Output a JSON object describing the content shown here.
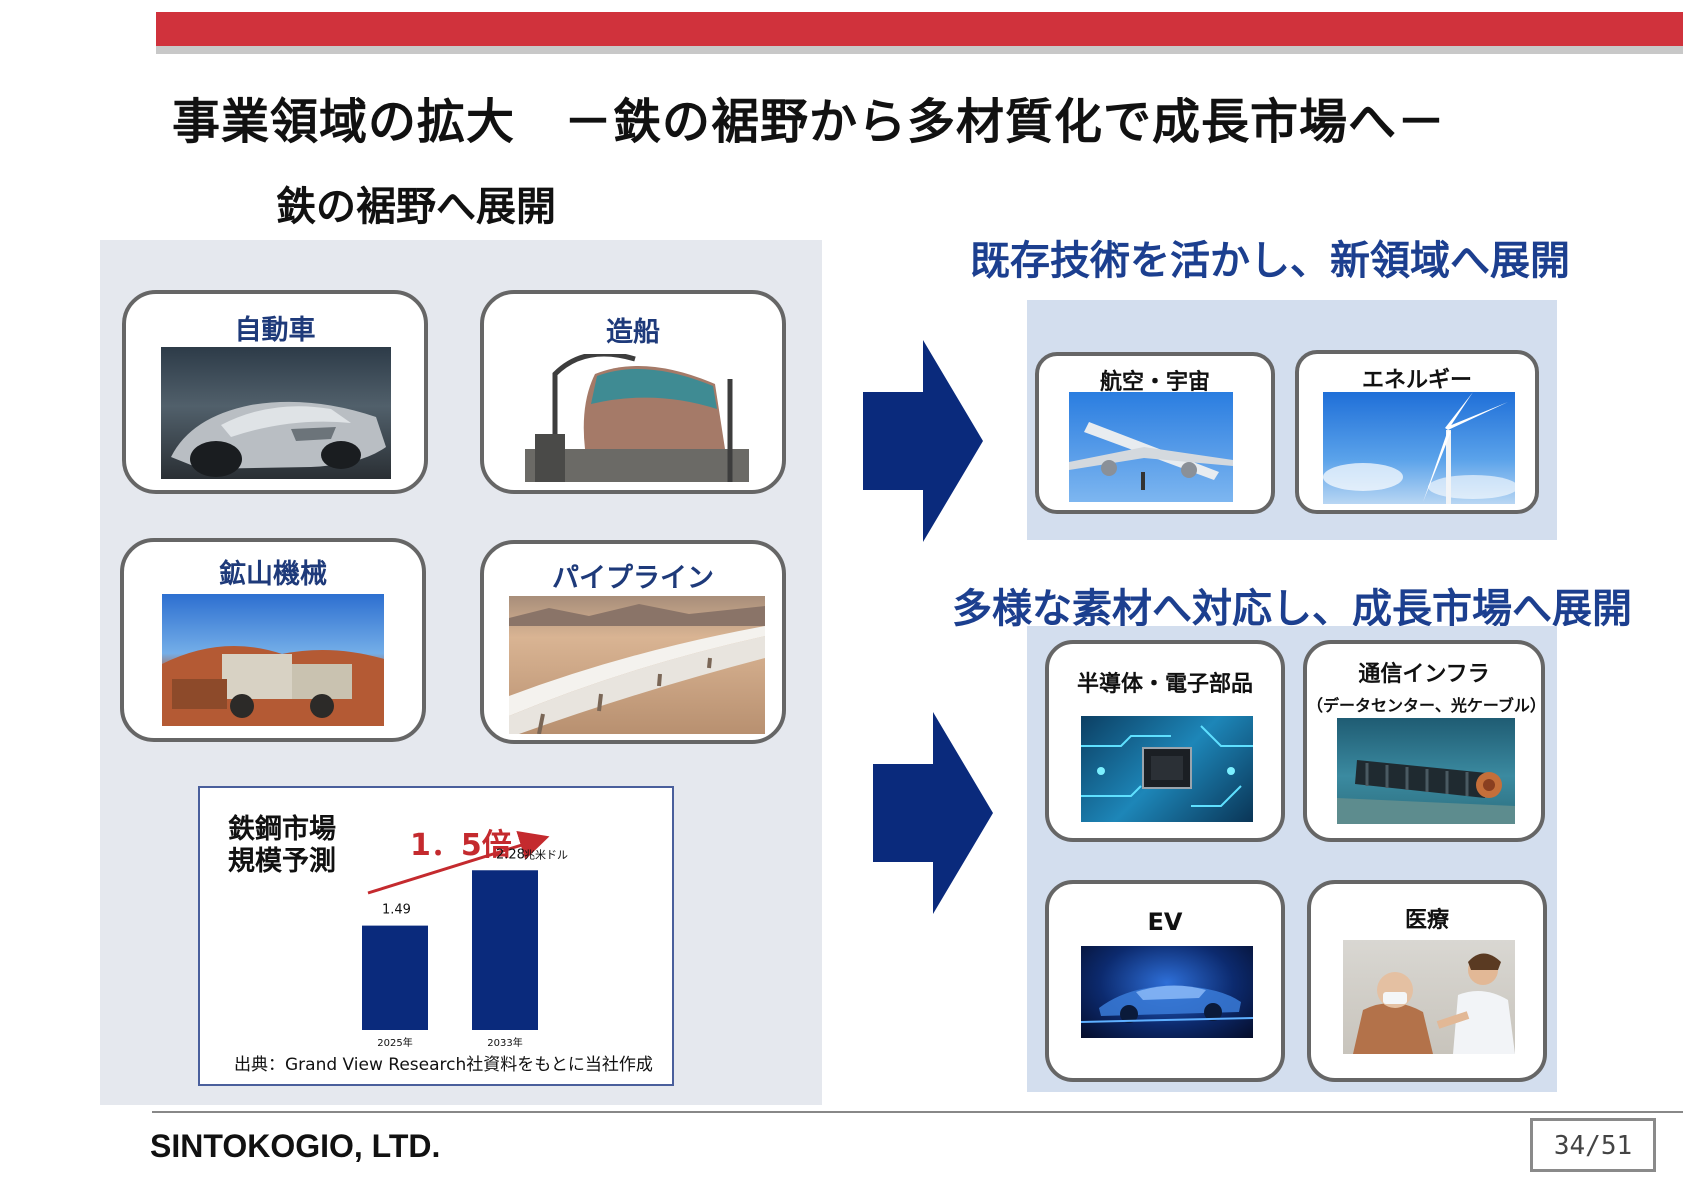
{
  "header": {
    "title": "事業領域の拡大　－鉄の裾野から多材質化で成長市場へ－"
  },
  "left_section": {
    "heading": "鉄の裾野へ展開",
    "cards": [
      {
        "label": "自動車",
        "image": "car-photo"
      },
      {
        "label": "造船",
        "image": "ship-photo"
      },
      {
        "label": "鉱山機械",
        "image": "mining-photo"
      },
      {
        "label": "パイプライン",
        "image": "pipeline-photo"
      }
    ],
    "market_chart": {
      "heading_line1": "鉄鋼市場",
      "heading_line2": "規模予測",
      "growth_label": "1．5倍",
      "source": "出典：Grand View Research社資料をもとに当社作成"
    }
  },
  "right_top": {
    "heading": "既存技術を活かし、新領域へ展開",
    "cards": [
      {
        "label": "航空・宇宙",
        "image": "airplane-photo"
      },
      {
        "label": "エネルギー",
        "image": "wind-turbine-photo"
      }
    ]
  },
  "right_bottom": {
    "heading": "多様な素材へ対応し、成長市場へ展開",
    "cards": [
      {
        "label": "半導体・電子部品",
        "sublabel": "",
        "image": "circuit-board-photo"
      },
      {
        "label": "通信インフラ",
        "sublabel": "（データセンター、光ケーブル）",
        "image": "undersea-cable-photo"
      },
      {
        "label": "EV",
        "sublabel": "",
        "image": "ev-car-photo"
      },
      {
        "label": "医療",
        "sublabel": "",
        "image": "medical-photo"
      }
    ]
  },
  "footer": {
    "company": "SINTOKOGIO, LTD.",
    "page": "34/51"
  },
  "colors": {
    "accent_red": "#d0323c",
    "navy": "#0a2a7c",
    "heading_blue": "#1c3f8f"
  },
  "chart_data": {
    "type": "bar",
    "categories": [
      "2025年",
      "2033年"
    ],
    "values": [
      1.49,
      2.28
    ],
    "value_labels": [
      "1.49",
      "2.28"
    ],
    "unit": "兆米ドル",
    "title": "鉄鋼市場 規模予測",
    "ylim": [
      0,
      2.5
    ],
    "grid": false
  }
}
